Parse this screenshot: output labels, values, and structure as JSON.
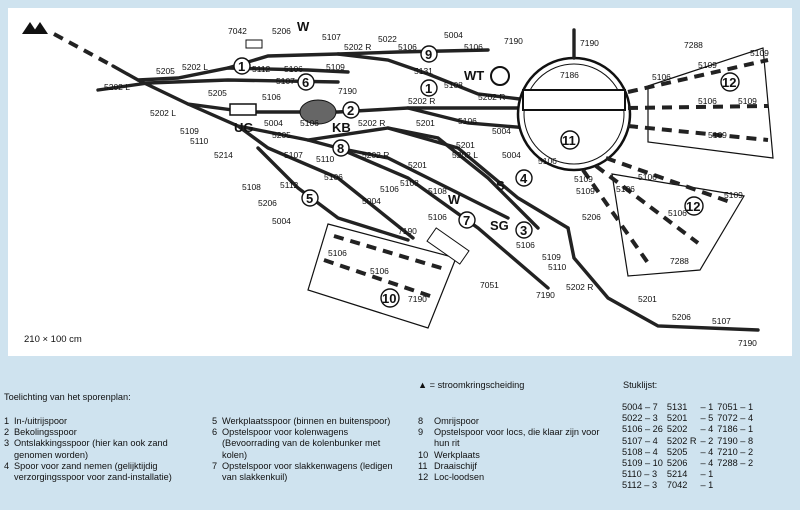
{
  "plan": {
    "dimensions": "210 × 100 cm",
    "track_labels": {
      "l5202L_a": "5202 L",
      "l5205_a": "5205",
      "l7042": "7042",
      "l5206_a": "5206",
      "lW1": "W",
      "l5107_a": "5107",
      "l5022": "5022",
      "l5202R_a": "5202 R",
      "l5106_a": "5106",
      "l5004_a": "5004",
      "l5106_b": "5106",
      "l7190_a": "7190",
      "l7190_top": "7190",
      "l7288_a": "7288",
      "l5109_a": "5109",
      "l5202L_b": "5202 L",
      "l5112_a": "5112",
      "l5106_c": "5106",
      "l5107_b": "5107",
      "l5109_b": "5109",
      "l7190_b": "7190",
      "l5131": "5131",
      "l5108_a": "5108",
      "lWT": "WT",
      "l5202R_b": "5202 R",
      "l7186": "7186",
      "l5106_d": "5106",
      "l5109_c": "5109",
      "l5202L_c": "5202 L",
      "l5205_b": "5205",
      "l5106_e": "5106",
      "l5202R_c": "5202 R",
      "lUG": "UG",
      "l5004_b": "5004",
      "l5106_f": "5106",
      "lKB": "KB",
      "l5202R_d": "5202 R",
      "l5201_a": "5201",
      "l5106_g": "5106",
      "l5109_d": "5109",
      "l5109_e": "5109",
      "l5110_a": "5110",
      "l5205_c": "5205",
      "l5106_h": "5106",
      "l5004_c": "5004",
      "l5201_b": "5201",
      "l5202L_d": "5202 L",
      "l5109_f": "5109",
      "l5214": "5214",
      "l5107_c": "5107",
      "l5110_b": "5110",
      "l5202R_e": "5202 R",
      "l5201_c": "5201",
      "l5004_d": "5004",
      "l5106_i": "5106",
      "l5106_j": "5106",
      "l5108_b": "5108",
      "l5112_b": "5112",
      "lS": "S",
      "l5108_c": "5108",
      "l5109_g": "5109",
      "l5109_h": "5109",
      "l5106_k": "5106",
      "l5108_d": "5108",
      "lW2": "W",
      "l5206_b": "5206",
      "l5004_e": "5004",
      "l5106_l": "5106",
      "lSG": "SG",
      "l5106_m": "5106",
      "l5106_n": "5106",
      "l5004_f": "5004",
      "l7190_c": "7190",
      "l5106_o": "5106",
      "l5109_i": "5109",
      "l5110_c": "5110",
      "l5206_c": "5206",
      "l5106_p": "5106",
      "l5106_q": "5106",
      "l7190_d": "7190",
      "l7051": "7051",
      "l7190_e": "7190",
      "l5202R_f": "5202 R",
      "l7288_b": "7288",
      "l5106_r": "5106",
      "l5109_j": "5109",
      "l5201_d": "5201",
      "l5206_d": "5206",
      "l5107_d": "5107",
      "l7190_f": "7190"
    },
    "numbers": {
      "n1a": "1",
      "n6": "6",
      "n9": "9",
      "n1b": "1",
      "n2": "2",
      "n8": "8",
      "n4": "4",
      "n3": "3",
      "n5": "5",
      "n7": "7",
      "n10": "10",
      "n11": "11",
      "n12a": "12",
      "n12b": "12"
    }
  },
  "legend": {
    "title": "Toelichting van het sporenplan:",
    "separator_note": "= stroomkringscheiding",
    "col1": [
      {
        "n": "1",
        "t": "In-/uitrijspoor"
      },
      {
        "n": "2",
        "t": "Bekolingsspoor"
      },
      {
        "n": "3",
        "t": "Ontslakkingsspoor (hier kan ook zand genomen worden)"
      },
      {
        "n": "4",
        "t": "Spoor voor zand nemen (gelijktijdig verzorgingsspoor voor zand-installatie)"
      }
    ],
    "col2": [
      {
        "n": "5",
        "t": "Werkplaatsspoor (binnen en buitenspoor)"
      },
      {
        "n": "6",
        "t": "Opstelspoor voor kolenwagens (Bevoorrading van de kolenbunker met kolen)"
      },
      {
        "n": "7",
        "t": "Opstelspoor voor slakkenwagens (ledigen van slakkenkuil)"
      }
    ],
    "col3": [
      {
        "n": "8",
        "t": "Omrijspoor"
      },
      {
        "n": "9",
        "t": "Opstelspoor voor locs, die klaar zijn voor hun rit"
      },
      {
        "n": "10",
        "t": "Werkplaats"
      },
      {
        "n": "11",
        "t": "Draaischijf"
      },
      {
        "n": "12",
        "t": "Loc-loodsen"
      }
    ]
  },
  "stuklijst": {
    "title": "Stuklijst:",
    "rows": [
      [
        "5004 – 7",
        "5131",
        "– 1",
        "7051 – 1"
      ],
      [
        "5022 – 3",
        "5201",
        "– 5",
        "7072 – 4"
      ],
      [
        "5106 – 26",
        "5202",
        "– 4",
        "7186 – 1"
      ],
      [
        "5107 – 4",
        "5202 R",
        "– 2",
        "7190 – 8"
      ],
      [
        "5108 – 4",
        "5205",
        "– 4",
        "7210 – 2"
      ],
      [
        "5109 – 10",
        "5206",
        "– 4",
        "7288 – 2"
      ],
      [
        "5110 – 3",
        "5214",
        "– 1",
        ""
      ],
      [
        "5112 – 3",
        "7042",
        "– 1",
        ""
      ]
    ]
  }
}
